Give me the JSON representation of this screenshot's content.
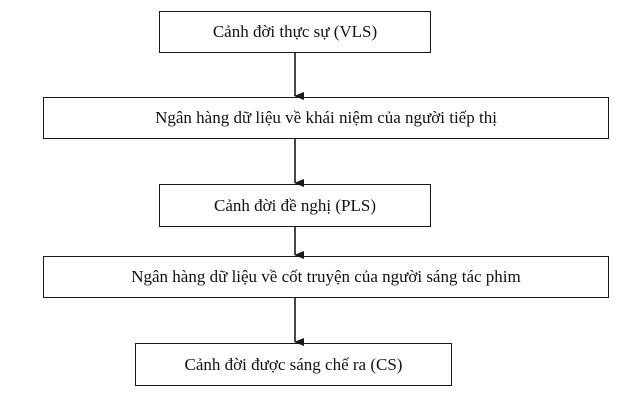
{
  "diagram": {
    "nodes": [
      {
        "id": "n1",
        "label": "Cảnh đời thực sự (VLS)"
      },
      {
        "id": "n2",
        "label": "Ngân hàng dữ liệu về khái niệm của người tiếp thị"
      },
      {
        "id": "n3",
        "label": "Cảnh đời đề nghị (PLS)"
      },
      {
        "id": "n4",
        "label": "Ngân hàng dữ liệu về cốt truyện của người sáng tác phim"
      },
      {
        "id": "n5",
        "label": "Cảnh đời được sáng chế ra (CS)"
      }
    ],
    "edges": [
      {
        "from": "n1",
        "to": "n2"
      },
      {
        "from": "n2",
        "to": "n3"
      },
      {
        "from": "n3",
        "to": "n4"
      },
      {
        "from": "n4",
        "to": "n5"
      }
    ]
  }
}
